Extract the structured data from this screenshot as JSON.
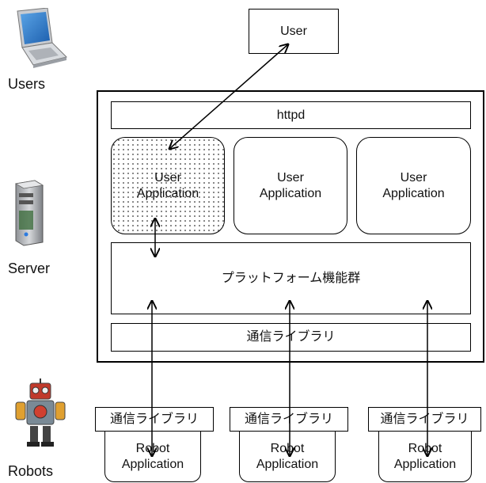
{
  "side_labels": {
    "users": "Users",
    "server": "Server",
    "robots": "Robots"
  },
  "user_box": {
    "label": "User"
  },
  "server": {
    "httpd": "httpd",
    "apps": [
      {
        "line1": "User",
        "line2": "Application"
      },
      {
        "line1": "User",
        "line2": "Application"
      },
      {
        "line1": "User",
        "line2": "Application"
      }
    ],
    "platform": "プラットフォーム機能群",
    "comm_lib": "通信ライブラリ"
  },
  "robots": [
    {
      "comm_lib": "通信ライブラリ",
      "app_line1": "Robot",
      "app_line2": "Application"
    },
    {
      "comm_lib": "通信ライブラリ",
      "app_line1": "Robot",
      "app_line2": "Application"
    },
    {
      "comm_lib": "通信ライブラリ",
      "app_line1": "Robot",
      "app_line2": "Application"
    }
  ],
  "icons": {
    "users": "laptop-icon",
    "server": "server-tower-icon",
    "robots": "robot-icon"
  }
}
